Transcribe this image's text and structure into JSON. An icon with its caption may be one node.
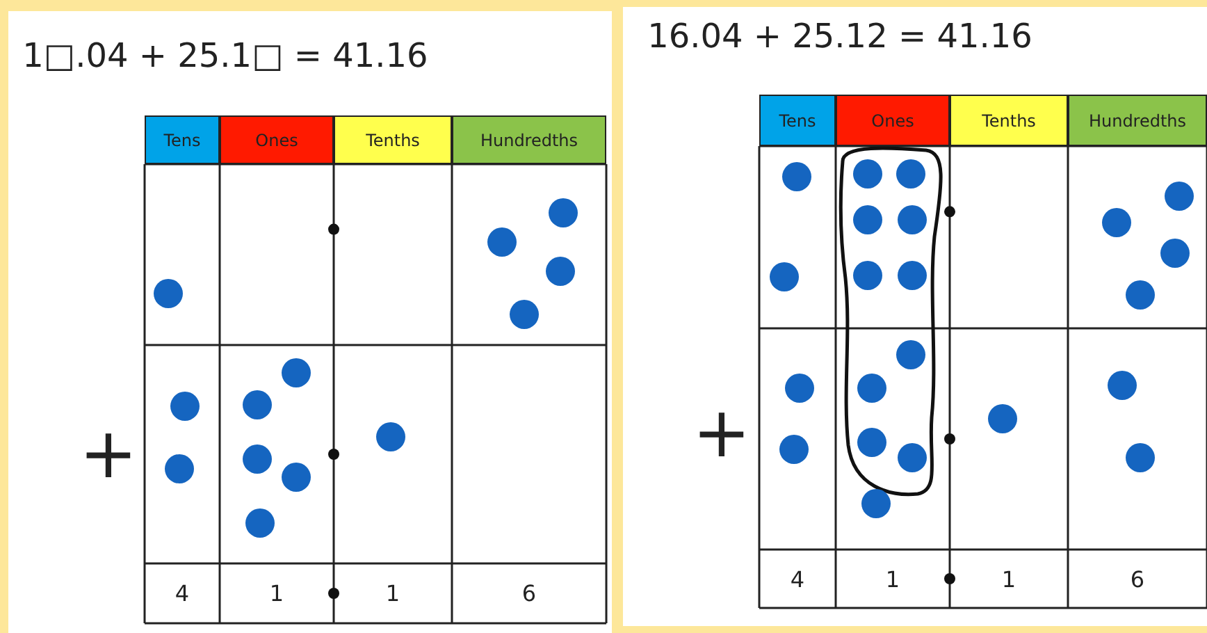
{
  "diagram": {
    "labels": [
      "1□.04 + 25.1□ = 41.16",
      "Tens",
      "Ones",
      "Tenths",
      "Hundredths",
      "+",
      "4",
      "1",
      "1",
      "6",
      "16.04 + 25.12 = 41.16",
      "Tens",
      "Ones",
      "Tenths",
      "Hundredths",
      "+",
      "4",
      "1",
      "1",
      "6"
    ]
  }
}
